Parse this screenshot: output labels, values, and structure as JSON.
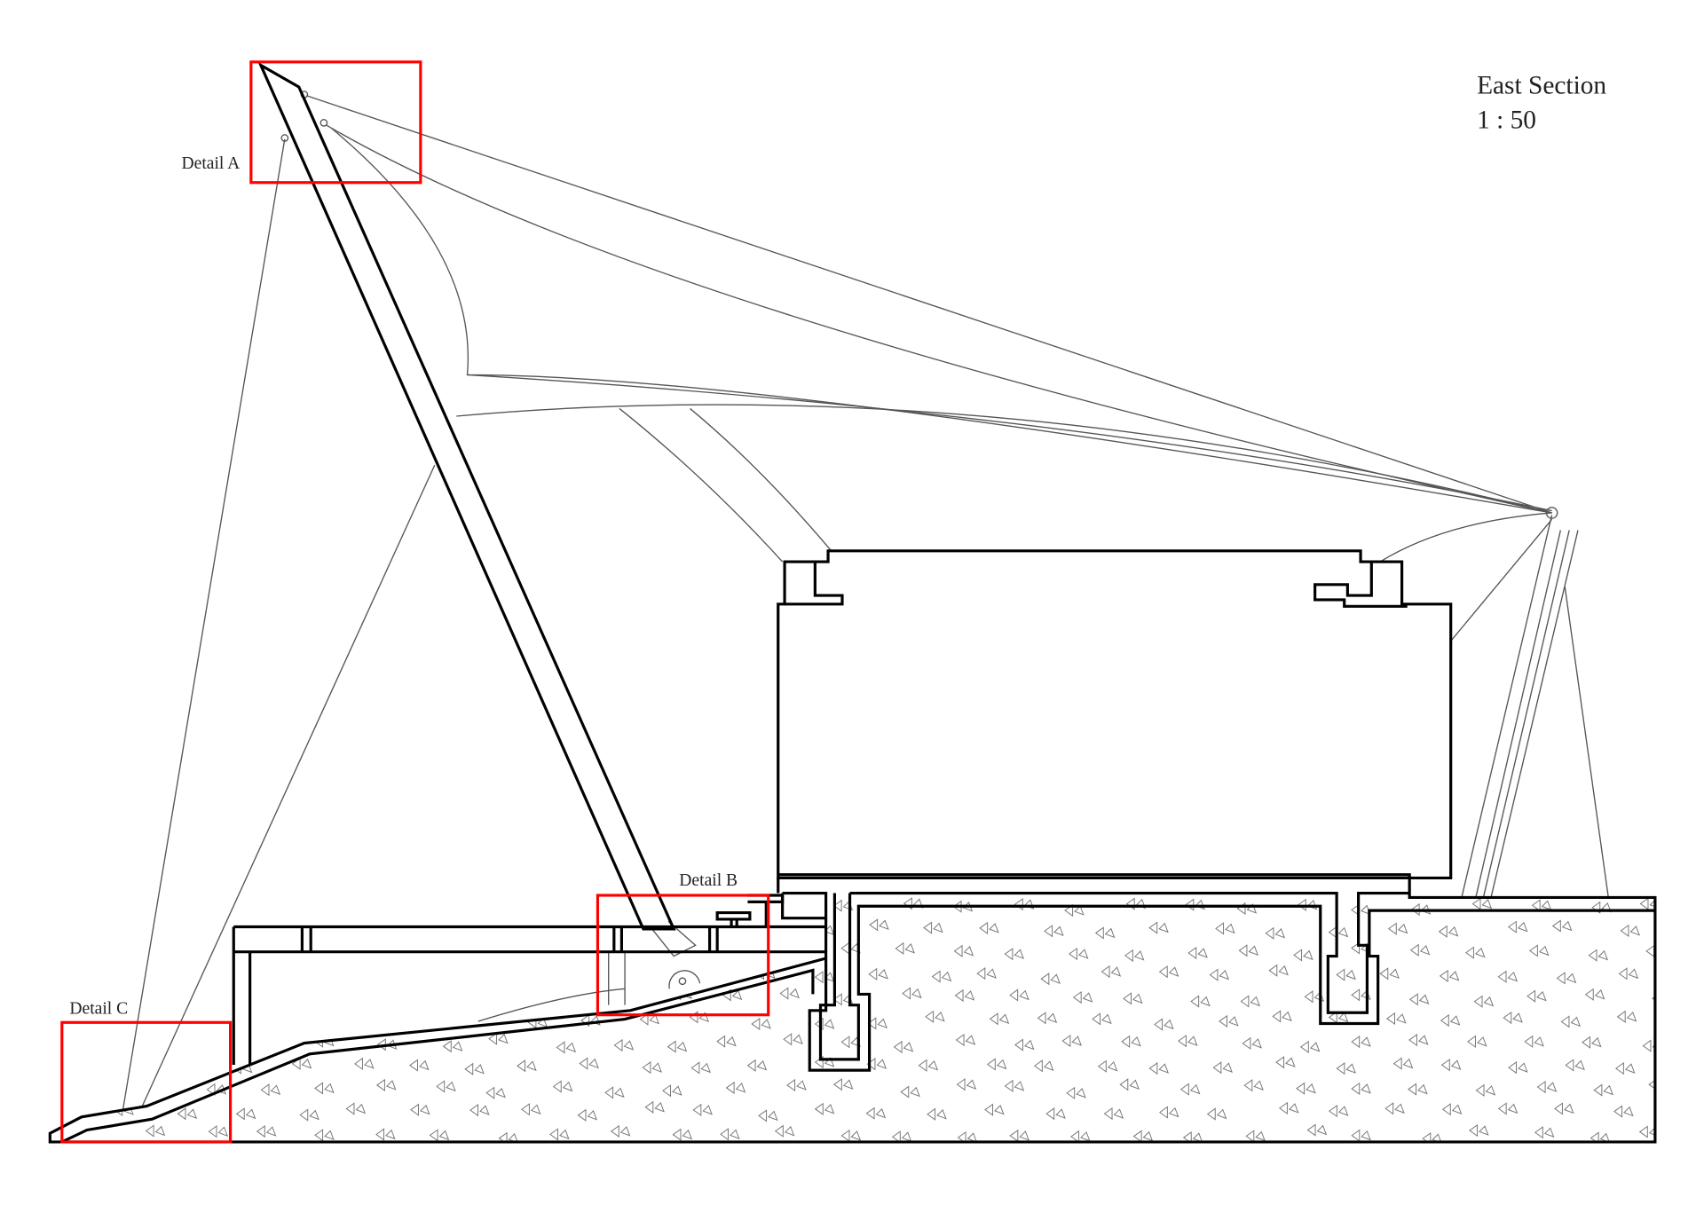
{
  "title": {
    "name": "East Section",
    "scale": "1 : 50"
  },
  "details": [
    {
      "id": "A",
      "label": "Detail A"
    },
    {
      "id": "B",
      "label": "Detail B"
    },
    {
      "id": "C",
      "label": "Detail C"
    }
  ],
  "colors": {
    "detail_box": "#ff0000",
    "line": "#000000",
    "cable": "#555555"
  }
}
